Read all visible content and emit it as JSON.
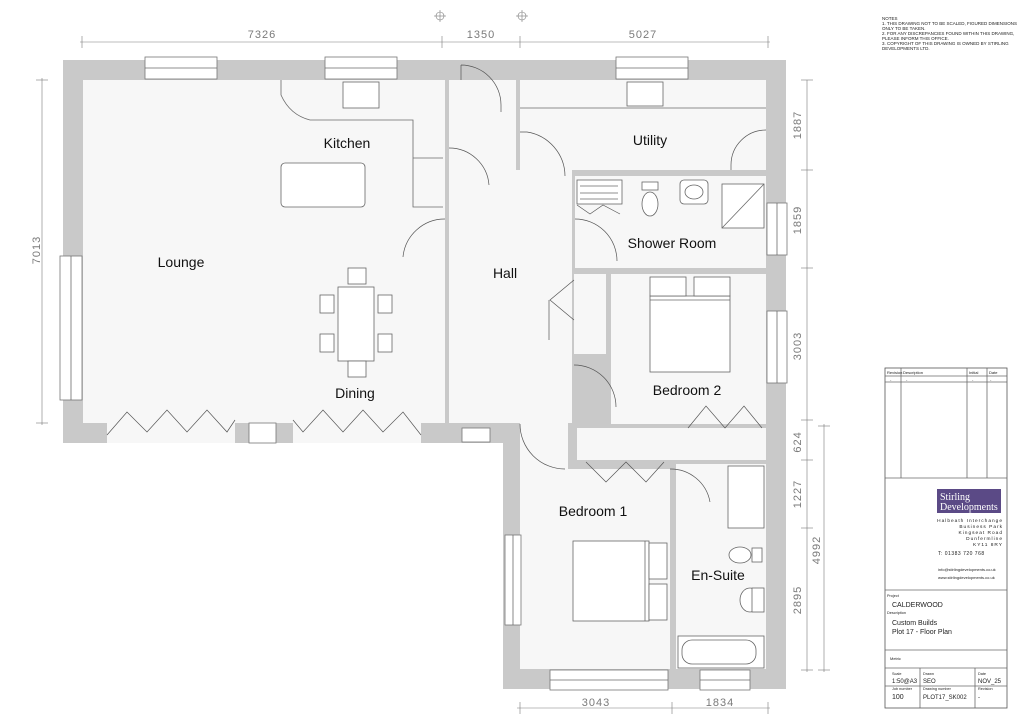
{
  "rooms": {
    "kitchen": "Kitchen",
    "utility": "Utility",
    "lounge": "Lounge",
    "hall": "Hall",
    "shower_room": "Shower Room",
    "bedroom2": "Bedroom 2",
    "dining": "Dining",
    "bedroom1": "Bedroom 1",
    "ensuite": "En-Suite"
  },
  "dimensions": {
    "top": [
      "7326",
      "1350",
      "5027"
    ],
    "left": "7013",
    "right": [
      "1887",
      "1859",
      "3003",
      "624",
      "1227",
      "2895"
    ],
    "right_outer": "4992",
    "bottom": [
      "3043",
      "1834"
    ]
  },
  "notes": {
    "heading": "NOTES",
    "lines": [
      "1. THIS DRAWING NOT TO BE SCALED, FIGURED DIMENSIONS",
      "ONLY TO BE TAKEN.",
      "2. FOR ANY DISCREPANCIES FOUND WITHIN THIS DRAWING,",
      "PLEASE INFORM THIS OFFICE.",
      "3. COPYRIGHT OF THIS DRAWING IS OWNED BY STIRLING",
      "DEVELOPMENTS LTD."
    ]
  },
  "title_block": {
    "revision_headers": [
      "Revision",
      "Description",
      "Initial",
      "Date"
    ],
    "revision_row": [
      "-",
      "-",
      "-",
      "-"
    ],
    "logo_line1": "Stirling",
    "logo_line2": "Developments",
    "address": [
      "Halbeath Interchange",
      "Business Park",
      "Kingseat Road",
      "Dunfermline",
      "KY11 8RY"
    ],
    "phone": "T:  01383 720 768",
    "email": "info@stirlingdevelopments.co.uk",
    "web": "www.stirlingdevelopments.co.uk",
    "project_label": "Project",
    "project": "CALDERWOOD",
    "description_label": "Description",
    "description_line1": "Custom Builds",
    "description_line2": "Plot 17 - Floor Plan",
    "metric": "Metric",
    "scale_label": "Scale",
    "scale": "1:50@A3",
    "drawn_label": "Drawn",
    "drawn": "SEO",
    "date_label": "Date",
    "date": "NOV_25",
    "job_label": "Job number",
    "job": "100",
    "drawing_label": "Drawing number",
    "drawing": "PLOT17_SK002",
    "revision_label": "Revision",
    "revision": "-"
  },
  "colors": {
    "wall": "#c9c9c9",
    "logo_bg": "#5b4a86"
  }
}
